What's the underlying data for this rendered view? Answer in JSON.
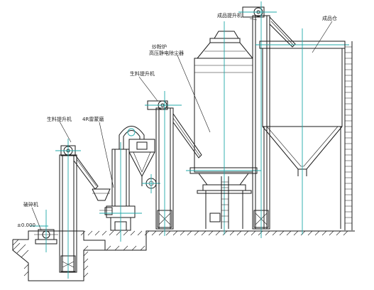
{
  "labels": {
    "crusher": "破碎机",
    "level_mark": "±0.000",
    "raw_elevator": "生料提升机",
    "mill": "4R雷蒙磨",
    "raw_elevator_2": "生料提升机",
    "calciner_1": "炒粉炉",
    "calciner_2": "高压静电除尘器",
    "finished_elevator": "成品提升机",
    "finished_silo": "成品仓"
  },
  "colors": {
    "outline": "#1a1a1a",
    "centerline": "#20a8a8",
    "label_text": "#222222"
  }
}
